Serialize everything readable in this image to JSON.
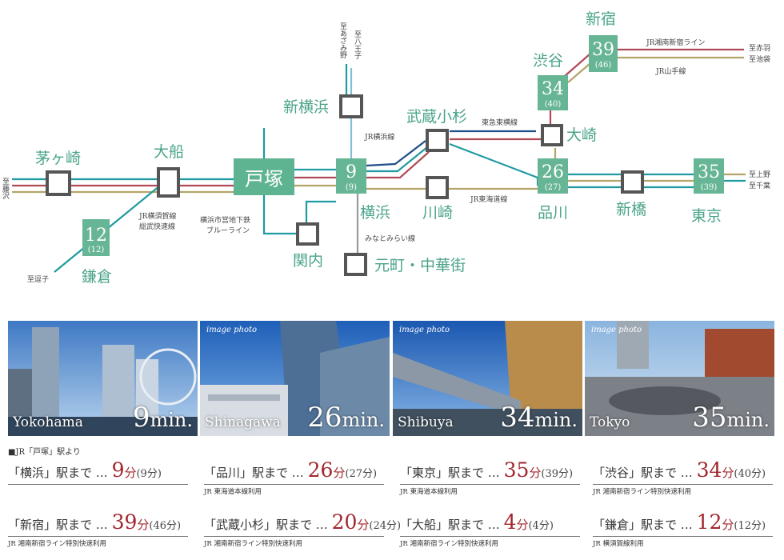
{
  "map": {
    "destinations": {
      "fujisawa": "至藤沢",
      "zushi": "至逗子",
      "azamino": "至あざみ野",
      "hachioji": "至八王子",
      "akabane": "至赤羽",
      "ikebukuro": "至池袋",
      "ueno": "至上野",
      "chiba": "至千葉"
    },
    "stations": {
      "chigasaki": "茅ヶ崎",
      "ofuna": "大船",
      "kamakura": "鎌倉",
      "totsuka": "戸塚",
      "kannai": "関内",
      "shinyokohama": "新横浜",
      "yokohama": "横浜",
      "motomachi": "元町・中華街",
      "musashikosugi": "武蔵小杉",
      "kawasaki": "川崎",
      "shibuya": "渋谷",
      "shinjuku": "新宿",
      "osaki": "大崎",
      "shinagawa": "品川",
      "shinbashi": "新橋",
      "tokyo": "東京"
    },
    "times": {
      "kamakura": {
        "main": "12",
        "sub": "(12)"
      },
      "yokohama": {
        "main": "9",
        "sub": "(9)"
      },
      "shinagawa": {
        "main": "26",
        "sub": "(27)"
      },
      "shibuya": {
        "main": "34",
        "sub": "(40)"
      },
      "shinjuku": {
        "main": "39",
        "sub": "(46)"
      },
      "tokyo": {
        "main": "35",
        "sub": "(39)"
      }
    },
    "lines": {
      "yokosuka_1": "JR横須賀線",
      "yokosuka_2": "総武快速線",
      "blue_line_1": "横浜市営地下鉄",
      "blue_line_2": "ブルーライン",
      "yokohama_line": "JR横浜線",
      "minatomirai": "みなとみらい線",
      "toyoko": "東急東横線",
      "tokaido": "JR東海道線",
      "shonan_shinjuku": "JR湘南新宿ライン",
      "yamanote": "JR山手線"
    },
    "colors": {
      "teal": "#1e9aa0",
      "red": "#b14a57",
      "olive": "#b3a56a",
      "navy": "#1f4f8a",
      "lightblue": "#7fc0d8",
      "grey": "#999999",
      "box": "#66b594",
      "station_box": "#555555"
    }
  },
  "photos": [
    {
      "note": "",
      "name": "Yokohama",
      "num": "9",
      "unit": "min."
    },
    {
      "note": "image photo",
      "name": "Shinagawa",
      "num": "26",
      "unit": "min."
    },
    {
      "note": "image photo",
      "name": "Shibuya",
      "num": "34",
      "unit": "min."
    },
    {
      "note": "image photo",
      "name": "Tokyo",
      "num": "35",
      "unit": "min."
    }
  ],
  "from_caption": "■JR「戸塚」駅より",
  "entries": [
    {
      "station": "「横浜」駅まで …",
      "min": "9",
      "unit": "分",
      "paren": "(9分)",
      "note": ""
    },
    {
      "station": "「品川」駅まで …",
      "min": "26",
      "unit": "分",
      "paren": "(27分)",
      "note": "JR 東海道本線利用"
    },
    {
      "station": "「東京」駅まで …",
      "min": "35",
      "unit": "分",
      "paren": "(39分)",
      "note": "JR 東海道本線利用"
    },
    {
      "station": "「渋谷」駅まで …",
      "min": "34",
      "unit": "分",
      "paren": "(40分)",
      "note": "JR 湘南新宿ライン特別快速利用"
    },
    {
      "station": "「新宿」駅まで …",
      "min": "39",
      "unit": "分",
      "paren": "(46分)",
      "note": "JR 湘南新宿ライン特別快速利用"
    },
    {
      "station": "「武蔵小杉」駅まで …",
      "min": "20",
      "unit": "分",
      "paren": "(24分)",
      "note": "JR 湘南新宿ライン特別快速利用"
    },
    {
      "station": "「大船」駅まで …",
      "min": "4",
      "unit": "分",
      "paren": "(4分)",
      "note": "JR 湘南新宿ライン特別快速利用"
    },
    {
      "station": "「鎌倉」駅まで …",
      "min": "12",
      "unit": "分",
      "paren": "(12分)",
      "note": "JR 横須賀線利用"
    }
  ]
}
